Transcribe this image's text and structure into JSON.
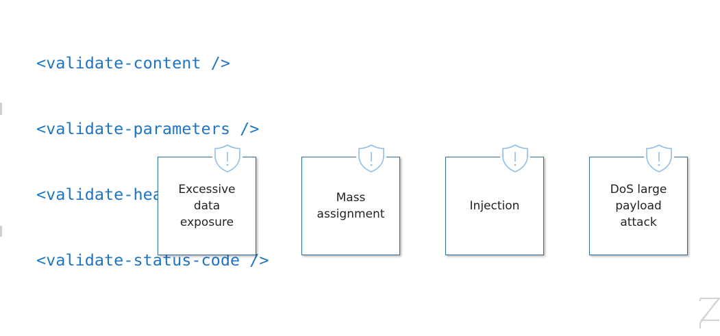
{
  "code": {
    "lines": [
      "<validate-content />",
      "<validate-parameters />",
      "<validate-headers />",
      "<validate-status-code />"
    ],
    "color": "#1f74c3"
  },
  "cards": [
    {
      "label": "Excessive\ndata\nexposure",
      "icon": "shield-alert-icon"
    },
    {
      "label": "Mass\nassignment",
      "icon": "shield-alert-icon"
    },
    {
      "label": "Injection",
      "icon": "shield-alert-icon"
    },
    {
      "label": "DoS large\npayload\nattack",
      "icon": "shield-alert-icon"
    }
  ],
  "colors": {
    "card_border": "#2a6aa0",
    "shield_stroke": "#7fb3dd",
    "text": "#222222"
  }
}
